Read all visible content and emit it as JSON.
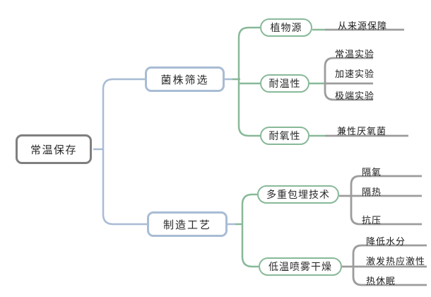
{
  "palette": {
    "root_border": "#7f7f7f",
    "branch_border": "#a8bcd4",
    "subnode_border": "#88b998",
    "leaf_line": "#9c9c9c",
    "text": "#2a2a2a",
    "background": "#ffffff"
  },
  "tree": {
    "root": {
      "label": "常温保存"
    },
    "branches": [
      {
        "label": "菌株筛选",
        "children": [
          {
            "label": "植物源",
            "leaves": [
              {
                "label": "从来源保障"
              }
            ]
          },
          {
            "label": "耐温性",
            "leaves": [
              {
                "label": "常温实验"
              },
              {
                "label": "加速实验"
              },
              {
                "label": "极端实验"
              }
            ]
          },
          {
            "label": "耐氧性",
            "leaves": [
              {
                "label": "兼性厌氧菌"
              }
            ]
          }
        ]
      },
      {
        "label": "制造工艺",
        "children": [
          {
            "label": "多重包埋技术",
            "leaves": [
              {
                "label": "隔氧"
              },
              {
                "label": "隔热"
              },
              {
                "label": "抗压"
              }
            ]
          },
          {
            "label": "低温喷雾干燥",
            "leaves": [
              {
                "label": "降低水分"
              },
              {
                "label": "激发热应激性"
              },
              {
                "label": "热休眠"
              }
            ]
          }
        ]
      }
    ]
  }
}
